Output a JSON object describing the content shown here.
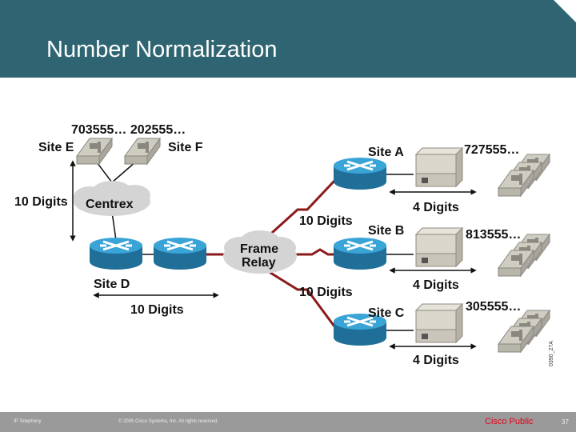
{
  "header": {
    "title": "Number Normalization",
    "background_color": "#2f6572"
  },
  "diagram": {
    "numbers_left": "703555… 202555…",
    "site_e": "Site E",
    "site_f": "Site F",
    "centrex": "Centrex",
    "ten_digits_left": "10 Digits",
    "site_d": "Site D",
    "ten_digits_bottom": "10 Digits",
    "frame_relay_line1": "Frame",
    "frame_relay_line2": "Relay",
    "site_a": "Site A",
    "number_a": "727555…",
    "four_digits_a": "4 Digits",
    "ten_digits_a": "10 Digits",
    "site_b": "Site B",
    "number_b": "813555…",
    "four_digits_b": "4 Digits",
    "ten_digits_c": "10 Digits",
    "site_c": "Site C",
    "number_c": "305555…",
    "four_digits_c": "4 Digits",
    "figure_id": "0390_27A",
    "link_color": "#8b1a1a",
    "router_color": "#2b8fbf"
  },
  "footer": {
    "left_text": "IP Telephony",
    "copyright": "© 2005 Cisco Systems, Inc. All rights reserved.",
    "cisco_public": "Cisco Public",
    "page_number": "37"
  }
}
